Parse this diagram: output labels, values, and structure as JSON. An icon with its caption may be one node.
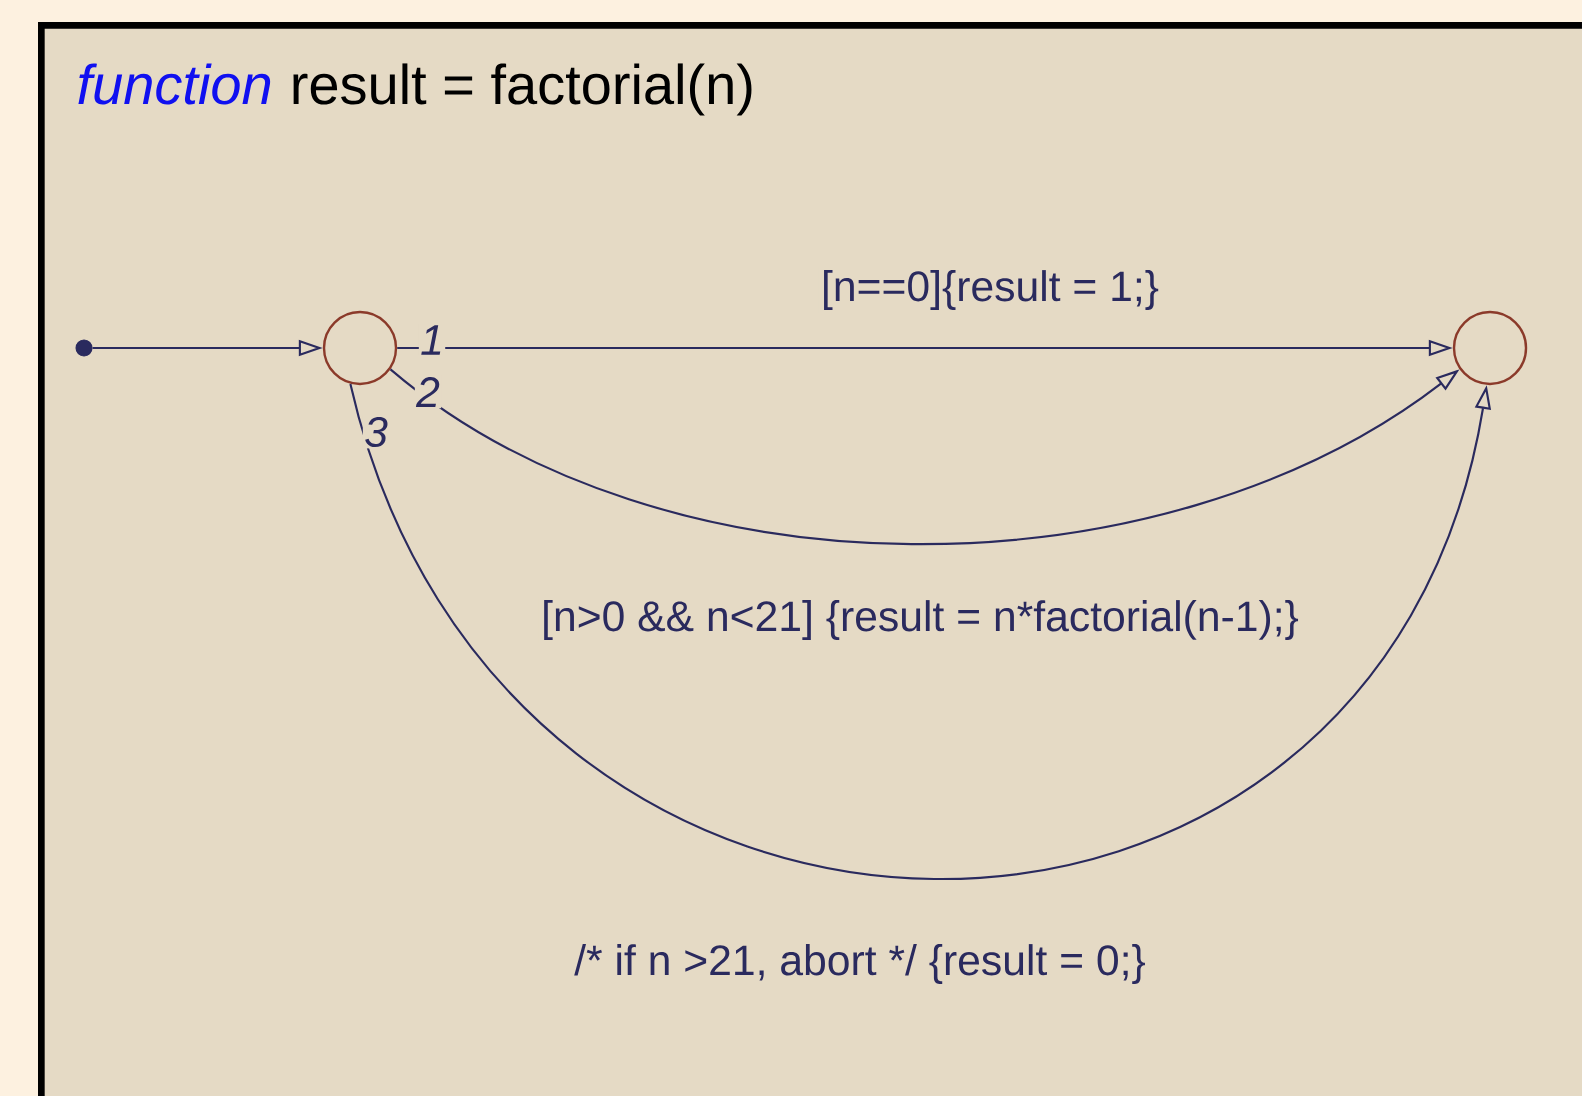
{
  "diagram": {
    "nodes": [
      {
        "text": [
          "function",
          "result = factorial(n)"
        ]
      },
      {
        "text": [],
        "shape": "circle",
        "in": 0
      },
      {
        "text": [],
        "shape": "circle",
        "in": 0
      },
      {
        "text": [],
        "shape": "circle",
        "in": 0
      }
    ],
    "edges": [
      {
        "from": 1,
        "to": 2,
        "arrow": "to"
      },
      {
        "from": 2,
        "to": 3,
        "arrow": "to",
        "label": "[n==0]{result = 1;}"
      },
      {
        "from": 2,
        "to": 3,
        "arrow": "to",
        "label": "[n>0 && n<21] {result = n*factorial(n-1);}"
      },
      {
        "from": 2,
        "to": 3,
        "arrow": "to",
        "label": "/* if n >21, abort */ {result = 0;}"
      }
    ],
    "labels": [
      "1",
      "2",
      "3"
    ]
  }
}
